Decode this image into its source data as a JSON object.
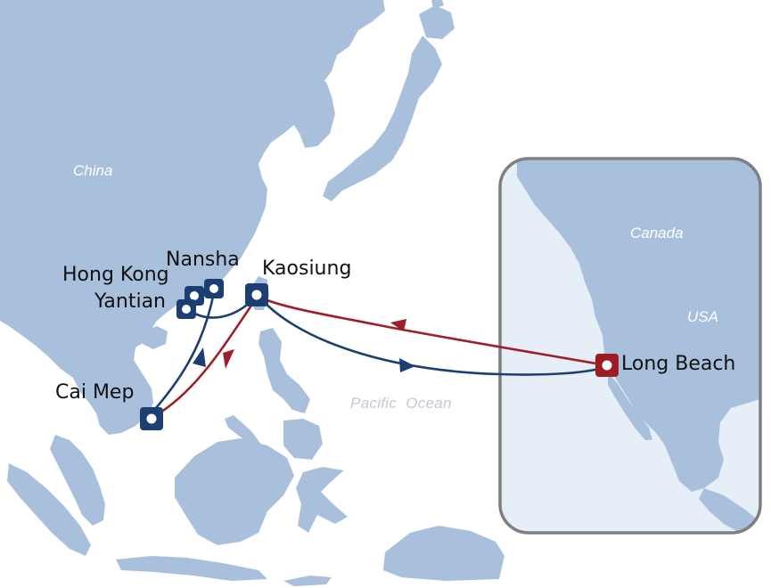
{
  "map": {
    "regions": {
      "china": "China",
      "canada": "Canada",
      "usa": "USA",
      "ocean": "Pacific  Ocean"
    },
    "ports": {
      "nansha": "Nansha",
      "hong_kong": "Hong Kong",
      "yantian": "Yantian",
      "kaosiung": "Kaosiung",
      "cai_mep": "Cai Mep",
      "long_beach": "Long Beach"
    },
    "colors": {
      "land": "#a9c0dc",
      "sea": "#ffffff",
      "inset_sea": "#e6eef7",
      "inset_border": "#7f7f7f",
      "asia_port_marker": "#1b3f73",
      "us_port_marker": "#9c1c22",
      "eastbound_route": "#1b3f73",
      "westbound_route": "#9c2026"
    }
  }
}
